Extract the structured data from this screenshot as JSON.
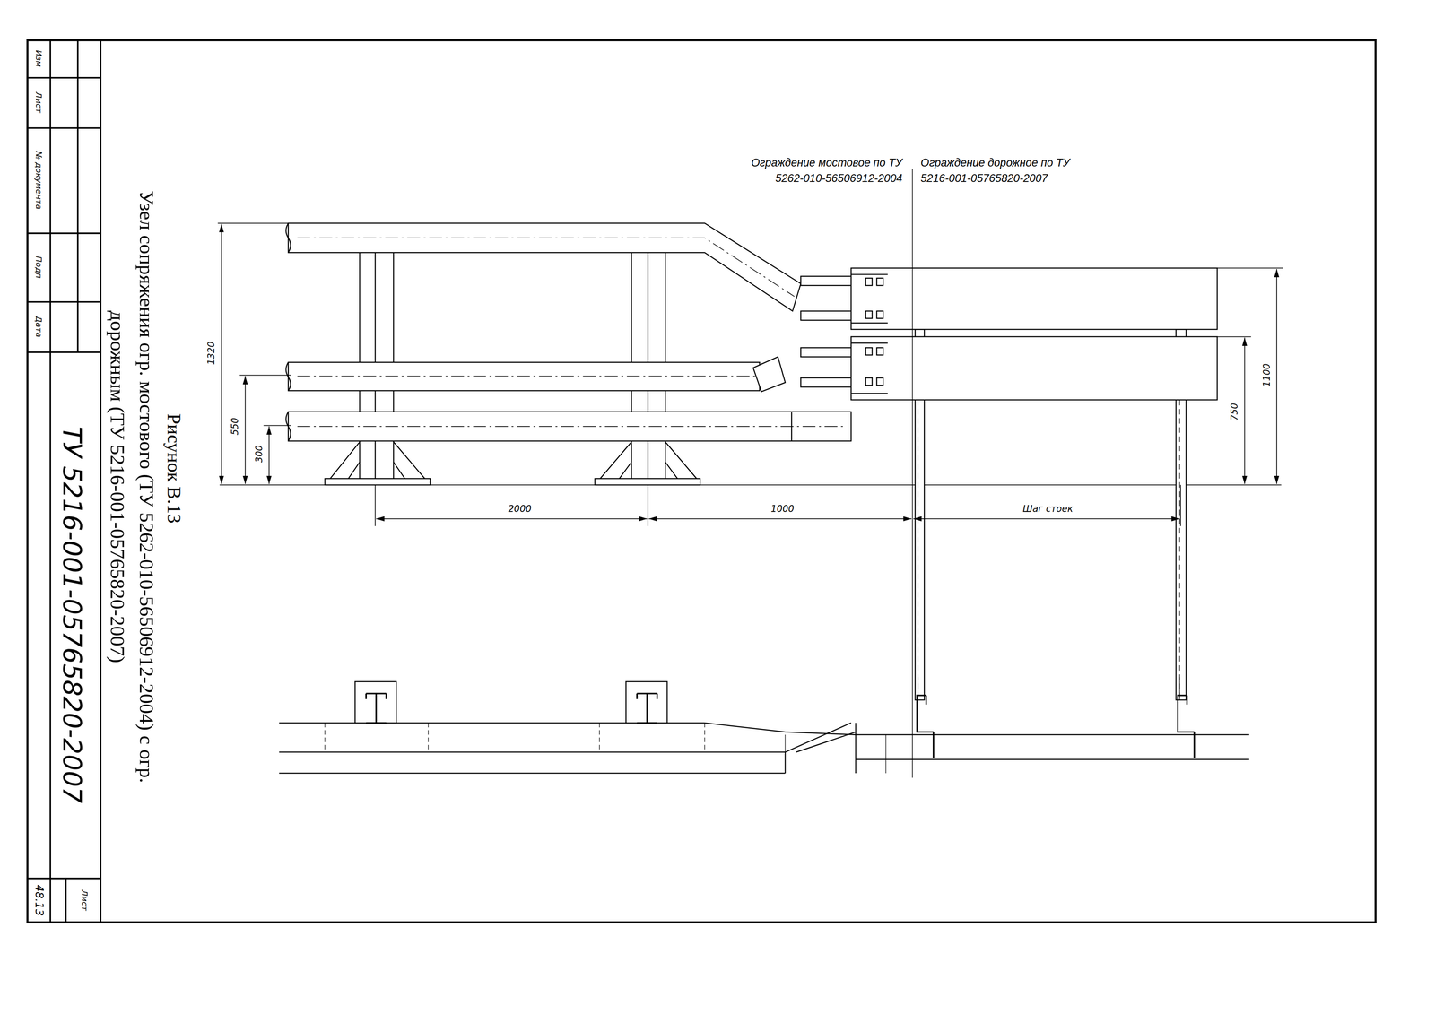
{
  "diagram": {
    "title": "Рисунок В.13",
    "caption": "Узел сопряжения огр. мостового (ТУ 5262-010-56506912-2004) с огр. дорожным (ТУ 5216-001-05765820-2007)",
    "labels": [
      "Ограждение мостовое по ТУ 5262-010-56506912-2004",
      "Ограждение дорожное по ТУ 5216-001-05765820-2007",
      "1320",
      "550",
      "300",
      "2000",
      "1000",
      "Шаг стоек",
      "1100",
      "750",
      "Изм",
      "Лист",
      "№ документа",
      "Подп",
      "Дата",
      "ТУ 5216-001-05765820-2007",
      "Лист",
      "48.13"
    ]
  }
}
